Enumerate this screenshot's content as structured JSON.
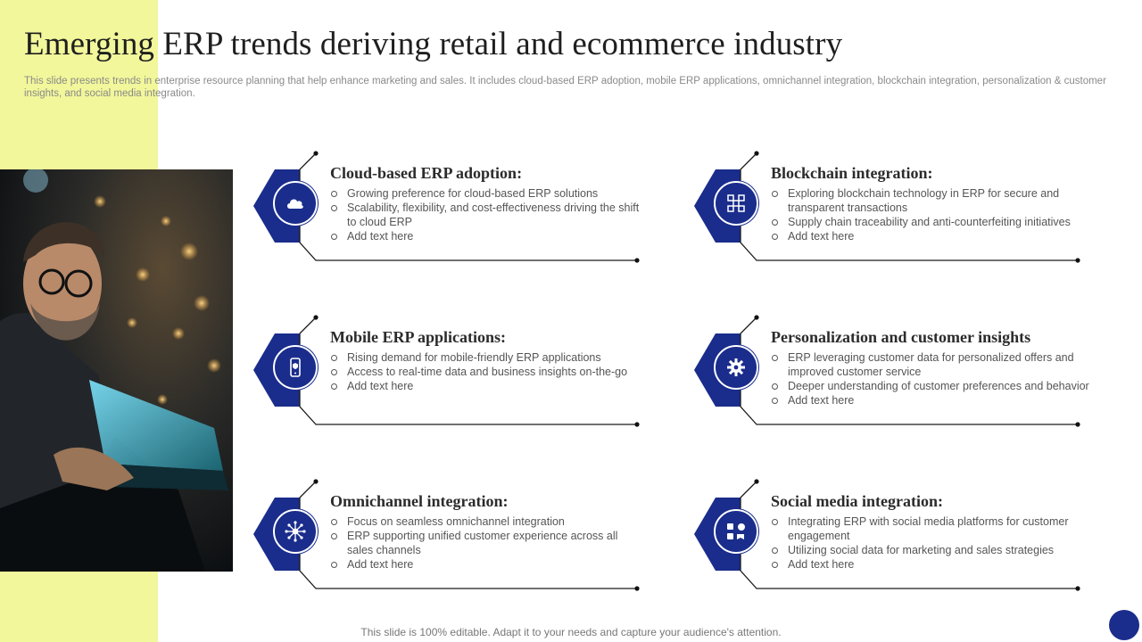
{
  "header": {
    "title": "Emerging ERP trends deriving retail and ecommerce industry",
    "subtitle": "This slide presents trends in enterprise resource planning that help enhance marketing and sales. It includes cloud-based ERP adoption, mobile ERP applications, omnichannel integration, blockchain integration, personalization & customer insights, and social media integration."
  },
  "colors": {
    "accent_yellow": "#f1f79a",
    "brand_blue": "#1a2d8c",
    "text_dark": "#1f1f1f",
    "text_muted": "#8a8a8a"
  },
  "image": {
    "semantic": "man-with-glasses-using-glowing-laptop-photo"
  },
  "cards": [
    {
      "icon": "cloud-icon",
      "title": "Cloud-based ERP adoption:",
      "bullets": [
        "Growing preference for cloud-based ERP solutions",
        "Scalability, flexibility, and cost-effectiveness driving the shift to cloud ERP",
        "Add text here"
      ]
    },
    {
      "icon": "blockchain-icon",
      "title": "Blockchain integration:",
      "bullets": [
        "Exploring blockchain technology in ERP for secure and transparent transactions",
        "Supply chain traceability and anti-counterfeiting initiatives",
        "Add text here"
      ]
    },
    {
      "icon": "mobile-phone-icon",
      "title": "Mobile ERP applications:",
      "bullets": [
        "Rising demand for mobile-friendly ERP applications",
        "Access to real-time data and business insights on-the-go",
        "Add text here"
      ]
    },
    {
      "icon": "gear-icon",
      "title": "Personalization and customer insights",
      "bullets": [
        "ERP leveraging customer data for personalized offers and improved customer service",
        "Deeper understanding of customer preferences and behavior",
        "Add text here"
      ]
    },
    {
      "icon": "network-people-icon",
      "title": "Omnichannel integration:",
      "bullets": [
        "Focus on seamless omnichannel integration",
        "ERP supporting unified customer experience across all sales channels",
        "Add text here"
      ]
    },
    {
      "icon": "social-media-icon",
      "title": "Social media integration:",
      "bullets": [
        "Integrating ERP with social media platforms for customer engagement",
        "Utilizing social data for marketing and sales strategies",
        "Add text here"
      ]
    }
  ],
  "footer": {
    "text": "This slide is 100% editable. Adapt it to your needs and capture your audience's attention."
  }
}
